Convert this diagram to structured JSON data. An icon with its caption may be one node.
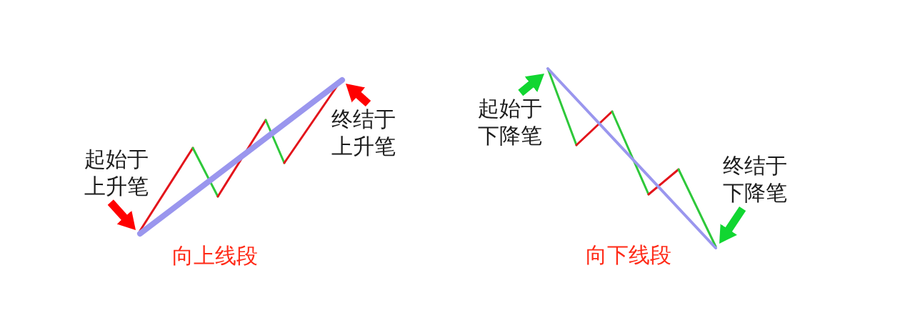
{
  "diagram": {
    "nodes": [
      {
        "text": [
          "起始于上升笔"
        ]
      },
      {
        "text": [],
        "shape": "picture",
        "beside": [
          "向上线段"
        ]
      },
      {
        "text": [
          "终结于上升笔"
        ]
      },
      {
        "text": [
          "起始于下降笔"
        ]
      },
      {
        "text": [],
        "shape": "picture",
        "beside": [
          "向下线段"
        ]
      },
      {
        "text": [
          "终结于下降笔"
        ]
      }
    ],
    "edges": [
      {
        "from": 0,
        "to": 1,
        "arrow": "to",
        "color": "#ff0000"
      },
      {
        "from": 2,
        "to": 1,
        "arrow": "to",
        "color": "#ff0000"
      },
      {
        "from": 3,
        "to": 4,
        "arrow": "to",
        "color": "#11d631"
      },
      {
        "from": 5,
        "to": 4,
        "arrow": "to",
        "color": "#11d631"
      }
    ]
  }
}
